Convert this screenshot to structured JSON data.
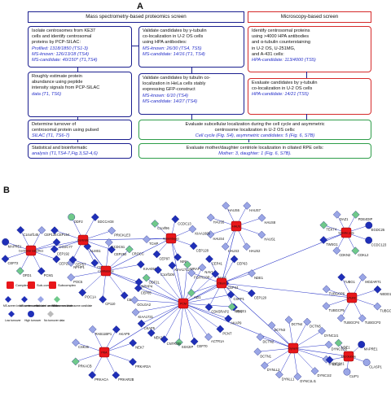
{
  "panel_a": {
    "letter": "A",
    "headers": {
      "proteomics": "Mass spectrometry-based proteomics screen",
      "microscopy": "Microscopy-based screen"
    },
    "boxes": [
      {
        "id": "isolate",
        "color": "blue",
        "lines": [
          {
            "t": "Isolate centrosomes from KE37",
            "c": "k"
          },
          {
            "t": "cells and identify centrosomal",
            "c": "k"
          },
          {
            "t": "proteins by PCP-SILAC:",
            "c": "k"
          },
          {
            "t": "Profiled: 1318/1850 (TS1-3)",
            "c": "b"
          },
          {
            "t": "MS-known: 126/13/18 (TS4)",
            "c": "b"
          },
          {
            "t": "MS-candidate: 40/150* (T1,TS4)",
            "c": "b"
          }
        ]
      },
      {
        "id": "validate-hpa",
        "color": "blue",
        "lines": [
          {
            "t": "Validate candidates by γ-tubulin",
            "c": "k"
          },
          {
            "t": "co-localization in U-2 OS cells",
            "c": "k"
          },
          {
            "t": "using HPA antibodies:",
            "c": "k"
          },
          {
            "t": "MS-known: 26/30 (TS4, TS5)",
            "c": "b"
          },
          {
            "t": "MS-candidate: 14/16 (T1, TS4)",
            "c": "b"
          }
        ]
      },
      {
        "id": "identify",
        "color": "red",
        "lines": [
          {
            "t": "Identify centrosomal proteins",
            "c": "k"
          },
          {
            "t": "using >4000 HPA antibodies",
            "c": "k"
          },
          {
            "t": "and α-tubulin counterstaining",
            "c": "k"
          },
          {
            "t": "in U-2 OS, U-251MG,",
            "c": "k"
          },
          {
            "t": "and A-431 cells:",
            "c": "k"
          },
          {
            "t": "HPA-candidate: 113/4000 (TS5)",
            "c": "b"
          }
        ]
      },
      {
        "id": "abundance",
        "color": "blue",
        "lines": [
          {
            "t": "Roughly estimate protein",
            "c": "k"
          },
          {
            "t": "abundance using peptide",
            "c": "k"
          },
          {
            "t": "intensity signals from PCP-SILAC",
            "c": "k"
          },
          {
            "t": "data (T1, TS6)",
            "c": "b"
          }
        ]
      },
      {
        "id": "validate-gfp",
        "color": "blue",
        "lines": [
          {
            "t": "Validate candidates by tubulin co-",
            "c": "k"
          },
          {
            "t": "localization in HeLa cells stably",
            "c": "k"
          },
          {
            "t": "expressing GFP-construct",
            "c": "k"
          },
          {
            "t": "MS-known: 6/10 (TS4)",
            "c": "b"
          },
          {
            "t": "MS-candidate: 14/27 (TS4)",
            "c": "b"
          }
        ]
      },
      {
        "id": "evaluate-gamma",
        "color": "red",
        "lines": [
          {
            "t": "Evaluate candidates by γ-tubulin",
            "c": "k"
          },
          {
            "t": "co-localization in U-2 OS cells",
            "c": "k"
          },
          {
            "t": "HPA-candidate: 14/21 (TS5)",
            "c": "b"
          }
        ]
      },
      {
        "id": "turnover",
        "color": "blue",
        "lines": [
          {
            "t": "Determine turnover of",
            "c": "k"
          },
          {
            "t": "centrosomal protein using pulsed",
            "c": "k"
          },
          {
            "t": "SILAC (T1, TS6-7)",
            "c": "b"
          }
        ]
      },
      {
        "id": "subcellular",
        "color": "green",
        "lines": [
          {
            "t": "Evaluate subcellular localization during the cell cycle and asymmetric",
            "c": "k"
          },
          {
            "t": "centrosome localization in U-2 OS cells:",
            "c": "k"
          },
          {
            "t": "Cell cycle (Fig. S4), asymmetric candidates: 5 (Fig. 6, S7B)",
            "c": "b"
          }
        ]
      },
      {
        "id": "stats",
        "color": "blue",
        "lines": [
          {
            "t": "Statistical and bioinformatic",
            "c": "k"
          },
          {
            "t": "analysis (T1,TS4-7,Fig.3,S2-4,6)",
            "c": "b"
          }
        ]
      },
      {
        "id": "mother",
        "color": "green",
        "lines": [
          {
            "t": "Evaluate mother/daughter centriole localization in ciliated RPE cells:",
            "c": "k"
          },
          {
            "t": "Mother: 3, daughter: 1 (Fig. 6, S7B).",
            "c": "b"
          }
        ]
      }
    ]
  },
  "panel_b": {
    "letter": "B",
    "colors": {
      "complex": "#e8161a",
      "ms_screen": "#1f2fb8",
      "ms_known": "#1f2fb8",
      "validated": "#9aa6e6",
      "hpa": "#6fc98a",
      "edge": "#2a36c8"
    },
    "hubs": [
      {
        "id": "h1",
        "label": "Centriolar satellites"
      },
      {
        "id": "h2",
        "label": "Centriole"
      },
      {
        "id": "h3",
        "label": "Centrosome"
      },
      {
        "id": "h4",
        "label": "HAUS"
      },
      {
        "id": "h5",
        "label": "Spindle pole"
      },
      {
        "id": "h6",
        "label": "Appendages"
      },
      {
        "id": "h7",
        "label": "Cilium"
      },
      {
        "id": "h8",
        "label": "PCM"
      },
      {
        "id": "h9",
        "label": "Dynein"
      },
      {
        "id": "h10",
        "label": "γTuRC"
      },
      {
        "id": "h11",
        "label": "PKA"
      },
      {
        "id": "h12",
        "label": "Microtubule"
      }
    ],
    "nodes": [
      {
        "hub": "h1",
        "label": "CEP290",
        "shape": "d",
        "cat": "known"
      },
      {
        "hub": "h1",
        "label": "PCM1",
        "shape": "d",
        "cat": "known"
      },
      {
        "hub": "h1",
        "label": "OFD1",
        "shape": "d",
        "cat": "hpa"
      },
      {
        "hub": "h1",
        "label": "CEP72",
        "shape": "d",
        "cat": "known"
      },
      {
        "hub": "h1",
        "label": "MAPRE1",
        "shape": "c",
        "cat": "known"
      },
      {
        "hub": "h1",
        "label": "C14orf145",
        "shape": "d",
        "cat": "known"
      },
      {
        "hub": "h1",
        "label": "CEP135",
        "shape": "d",
        "cat": "valid"
      },
      {
        "hub": "h1",
        "label": "CCDC77",
        "shape": "d",
        "cat": "known"
      },
      {
        "hub": "h2",
        "label": "CEP250",
        "shape": "d",
        "cat": "known"
      },
      {
        "hub": "h2",
        "label": "CEP170",
        "shape": "d",
        "cat": "known"
      },
      {
        "hub": "h2",
        "label": "NPHP1",
        "shape": "d",
        "cat": "valid"
      },
      {
        "hub": "h2",
        "label": "CEP192",
        "shape": "d",
        "cat": "known"
      },
      {
        "hub": "h2",
        "label": "CEP164",
        "shape": "d",
        "cat": "known"
      },
      {
        "hub": "h2",
        "label": "ODF2",
        "shape": "c",
        "cat": "hpa"
      },
      {
        "hub": "h2",
        "label": "SDCCAG8",
        "shape": "d",
        "cat": "known"
      },
      {
        "hub": "h2",
        "label": "PRICKLE3",
        "shape": "d",
        "cat": "valid"
      },
      {
        "hub": "h3",
        "label": "NPHP4",
        "shape": "d",
        "cat": "known"
      },
      {
        "hub": "h3",
        "label": "CEP76",
        "shape": "d",
        "cat": "known"
      },
      {
        "hub": "h3",
        "label": "CP110",
        "shape": "d",
        "cat": "known"
      },
      {
        "hub": "h3",
        "label": "POC1A",
        "shape": "d",
        "cat": "known"
      },
      {
        "hub": "h3",
        "label": "POC5",
        "shape": "d",
        "cat": "valid"
      },
      {
        "hub": "h3",
        "label": "CEP57",
        "shape": "d",
        "cat": "known"
      },
      {
        "hub": "h3",
        "label": "ALMS1",
        "shape": "d",
        "cat": "known"
      },
      {
        "hub": "h3",
        "label": "CCDC61",
        "shape": "d",
        "cat": "valid"
      },
      {
        "hub": "h3",
        "label": "CROCC",
        "shape": "d",
        "cat": "hpa"
      },
      {
        "hub": "h3",
        "label": "KIAA0586",
        "shape": "d",
        "cat": "known"
      },
      {
        "hub": "h4",
        "label": "HAUS1",
        "shape": "d",
        "cat": "valid"
      },
      {
        "hub": "h4",
        "label": "HAUS2",
        "shape": "d",
        "cat": "valid"
      },
      {
        "hub": "h4",
        "label": "HAUS3",
        "shape": "d",
        "cat": "valid"
      },
      {
        "hub": "h4",
        "label": "HAUS4",
        "shape": "d",
        "cat": "valid"
      },
      {
        "hub": "h4",
        "label": "HAUS5",
        "shape": "d",
        "cat": "valid"
      },
      {
        "hub": "h4",
        "label": "HAUS6",
        "shape": "d",
        "cat": "valid"
      },
      {
        "hub": "h4",
        "label": "HAUS7",
        "shape": "d",
        "cat": "valid"
      },
      {
        "hub": "h4",
        "label": "HAUS8",
        "shape": "d",
        "cat": "valid"
      },
      {
        "hub": "h5",
        "label": "CCDC123",
        "shape": "c",
        "cat": "known"
      },
      {
        "hub": "h5",
        "label": "CDKL2",
        "shape": "d",
        "cat": "hpa"
      },
      {
        "hub": "h5",
        "label": "CDKN2",
        "shape": "d",
        "cat": "valid"
      },
      {
        "hub": "h5",
        "label": "TWSG1",
        "shape": "d",
        "cat": "known"
      },
      {
        "hub": "h5",
        "label": "TEKT4",
        "shape": "d",
        "cat": "hpa"
      },
      {
        "hub": "h5",
        "label": "OAZ1",
        "shape": "d",
        "cat": "valid"
      },
      {
        "hub": "h5",
        "label": "PDE4DIP",
        "shape": "d",
        "cat": "hpa"
      },
      {
        "hub": "h5",
        "label": "EGDC25",
        "shape": "c",
        "cat": "known"
      },
      {
        "hub": "h6",
        "label": "CEP128",
        "shape": "d",
        "cat": "known"
      },
      {
        "hub": "h6",
        "label": "NINL",
        "shape": "d",
        "cat": "known"
      },
      {
        "hub": "h6",
        "label": "CEP97",
        "shape": "d",
        "cat": "known"
      },
      {
        "hub": "h6",
        "label": "TCHP",
        "shape": "d",
        "cat": "valid"
      },
      {
        "hub": "h6",
        "label": "C1orf96",
        "shape": "d",
        "cat": "hpa"
      },
      {
        "hub": "h6",
        "label": "CCDC13",
        "shape": "d",
        "cat": "known"
      },
      {
        "hub": "h6",
        "label": "KIAA1609",
        "shape": "d",
        "cat": "valid"
      },
      {
        "hub": "h7",
        "label": "CEP120",
        "shape": "d",
        "cat": "known"
      },
      {
        "hub": "h7",
        "label": "NIN",
        "shape": "d",
        "cat": "known"
      },
      {
        "hub": "h7",
        "label": "CDK5RAP2",
        "shape": "d",
        "cat": "known"
      },
      {
        "hub": "h7",
        "label": "AZI1",
        "shape": "d",
        "cat": "hpa"
      },
      {
        "hub": "h7",
        "label": "FGFR1OP",
        "shape": "d",
        "cat": "valid"
      },
      {
        "hub": "h7",
        "label": "CEP41",
        "shape": "d",
        "cat": "known"
      },
      {
        "hub": "h7",
        "label": "CEP63",
        "shape": "d",
        "cat": "known"
      },
      {
        "hub": "h7",
        "label": "NDE1",
        "shape": "d",
        "cat": "valid"
      },
      {
        "hub": "h8",
        "label": "AKAP9",
        "shape": "d",
        "cat": "known"
      },
      {
        "hub": "h8",
        "label": "PCNT",
        "shape": "d",
        "cat": "known"
      },
      {
        "hub": "h8",
        "label": "ACTR1A",
        "shape": "d",
        "cat": "valid"
      },
      {
        "hub": "h8",
        "label": "CEP70",
        "shape": "d",
        "cat": "known"
      },
      {
        "hub": "h8",
        "label": "SSX2IP",
        "shape": "d",
        "cat": "hpa"
      },
      {
        "hub": "h8",
        "label": "CNTROB",
        "shape": "d",
        "cat": "known"
      },
      {
        "hub": "h8",
        "label": "NEK2",
        "shape": "d",
        "cat": "known"
      },
      {
        "hub": "h8",
        "label": "CKAP5",
        "shape": "d",
        "cat": "known"
      },
      {
        "hub": "h8",
        "label": "KIAA1731",
        "shape": "d",
        "cat": "valid"
      },
      {
        "hub": "h8",
        "label": "GOLGA2",
        "shape": "d",
        "cat": "valid"
      },
      {
        "hub": "h8",
        "label": "CEP85",
        "shape": "d",
        "cat": "known"
      },
      {
        "hub": "h8",
        "label": "ODF2L",
        "shape": "d",
        "cat": "hpa"
      },
      {
        "hub": "h8",
        "label": "C1orf106",
        "shape": "d",
        "cat": "known"
      },
      {
        "hub": "h8",
        "label": "KIAA1712",
        "shape": "d",
        "cat": "known"
      },
      {
        "hub": "h8",
        "label": "WRAP73",
        "shape": "d",
        "cat": "hpa"
      },
      {
        "hub": "h8",
        "label": "NAV1",
        "shape": "d",
        "cat": "valid"
      },
      {
        "hub": "h8",
        "label": "BBS7",
        "shape": "d",
        "cat": "known"
      },
      {
        "hub": "h8",
        "label": "CEP44",
        "shape": "d",
        "cat": "known"
      },
      {
        "hub": "h8",
        "label": "CSPP1",
        "shape": "d",
        "cat": "known"
      },
      {
        "hub": "h8",
        "label": "SPICE1",
        "shape": "d",
        "cat": "hpa"
      },
      {
        "hub": "h9",
        "label": "DYNC1H1",
        "shape": "d",
        "cat": "valid"
      },
      {
        "hub": "h9",
        "label": "DYNC1I2",
        "shape": "d",
        "cat": "valid"
      },
      {
        "hub": "h9",
        "label": "DYNC1LI1",
        "shape": "d",
        "cat": "valid"
      },
      {
        "hub": "h9",
        "label": "DYNLL1",
        "shape": "d",
        "cat": "valid"
      },
      {
        "hub": "h9",
        "label": "DYNLL2",
        "shape": "d",
        "cat": "valid"
      },
      {
        "hub": "h9",
        "label": "DCTN1",
        "shape": "d",
        "cat": "valid"
      },
      {
        "hub": "h9",
        "label": "DCTN2",
        "shape": "d",
        "cat": "valid"
      },
      {
        "hub": "h9",
        "label": "DCTN3",
        "shape": "d",
        "cat": "valid"
      },
      {
        "hub": "h9",
        "label": "DCTN4",
        "shape": "d",
        "cat": "valid"
      },
      {
        "hub": "h9",
        "label": "DCTN5",
        "shape": "d",
        "cat": "valid"
      },
      {
        "hub": "h9",
        "label": "DYNC1I1",
        "shape": "d",
        "cat": "valid"
      },
      {
        "hub": "h9",
        "label": "DYNC1LI2",
        "shape": "d",
        "cat": "valid"
      },
      {
        "hub": "h10",
        "label": "TUBGCP2",
        "shape": "d",
        "cat": "valid"
      },
      {
        "hub": "h10",
        "label": "TUBGCP3",
        "shape": "d",
        "cat": "valid"
      },
      {
        "hub": "h10",
        "label": "TUBGCP4",
        "shape": "d",
        "cat": "valid"
      },
      {
        "hub": "h10",
        "label": "TUBGCP5",
        "shape": "d",
        "cat": "valid"
      },
      {
        "hub": "h10",
        "label": "TUBGCP6",
        "shape": "d",
        "cat": "valid"
      },
      {
        "hub": "h10",
        "label": "TUBG1",
        "shape": "d",
        "cat": "known"
      },
      {
        "hub": "h10",
        "label": "MOZART1",
        "shape": "d",
        "cat": "valid"
      },
      {
        "hub": "h10",
        "label": "NEDD1",
        "shape": "d",
        "cat": "known"
      },
      {
        "hub": "h11",
        "label": "PRKAR2A",
        "shape": "d",
        "cat": "known"
      },
      {
        "hub": "h11",
        "label": "PRKAR2B",
        "shape": "d",
        "cat": "known"
      },
      {
        "hub": "h11",
        "label": "PRKACA",
        "shape": "d",
        "cat": "known"
      },
      {
        "hub": "h11",
        "label": "PRKACB",
        "shape": "d",
        "cat": "hpa"
      },
      {
        "hub": "h11",
        "label": "CSK36",
        "shape": "d",
        "cat": "valid"
      },
      {
        "hub": "h11",
        "label": "RAB11BP1",
        "shape": "d",
        "cat": "valid"
      },
      {
        "hub": "h11",
        "label": "AKAP9",
        "shape": "d",
        "cat": "known"
      },
      {
        "hub": "h11",
        "label": "NEK7",
        "shape": "d",
        "cat": "known"
      },
      {
        "hub": "h12",
        "label": "CLASP1",
        "shape": "c",
        "cat": "valid"
      },
      {
        "hub": "h12",
        "label": "CLIP1",
        "shape": "c",
        "cat": "valid"
      },
      {
        "hub": "h12",
        "label": "KIF2A",
        "shape": "d",
        "cat": "known"
      },
      {
        "hub": "h12",
        "label": "NDE1",
        "shape": "d",
        "cat": "hpa"
      },
      {
        "hub": "h12",
        "label": "MAPRE1",
        "shape": "c",
        "cat": "known"
      }
    ],
    "legend": {
      "complex_items": [
        "Complex",
        "Sub-complex",
        "Subcomplex"
      ],
      "marker_labels": [
        "MS-screen known centrosome",
        "MS-screen centrosome candidate",
        "Validated centrosome candidate",
        "HPA-screen centrosome candidate"
      ],
      "turnover_labels": [
        "Low turnover",
        "High turnover",
        "No turnover data"
      ]
    }
  }
}
